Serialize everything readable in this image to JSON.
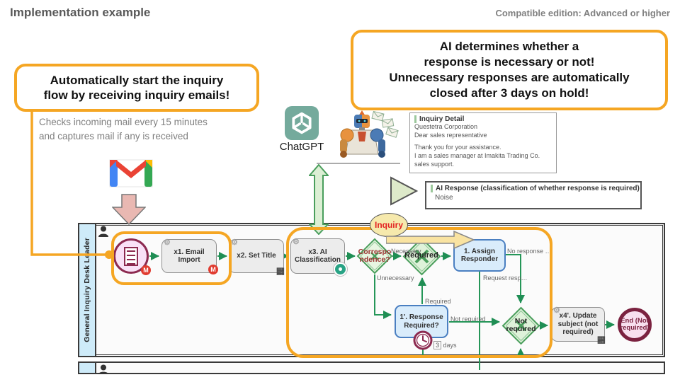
{
  "colors": {
    "accent_orange": "#F5A623",
    "flow_green": "#2E9960",
    "gateway_green": "#4A9E5C",
    "event_maroon": "#8C2A50",
    "task_blue_fill": "#D9ECFB",
    "task_blue_border": "#4A7FC1",
    "chatgpt_teal": "#74AA9C",
    "lane_blue": "#CEEBF9"
  },
  "header": {
    "title": "Implementation example",
    "edition": "Compatible edition: Advanced or higher"
  },
  "callout_left": {
    "line1": "Automatically start the inquiry",
    "line2": "flow by receiving inquiry emails!"
  },
  "callout_right": {
    "line1": "AI determines whether a",
    "line2": "response is necessary or not!",
    "line3": "Unnecessary responses are automatically",
    "line4": "closed after 3 days on hold!"
  },
  "gmail_note": {
    "line1": "Checks incoming mail every 15 minutes",
    "line2": "and captures mail if any is received"
  },
  "chatgpt_label": "ChatGPT",
  "inquiry_detail": {
    "title": "Inquiry Detail",
    "lines": [
      "Questetra Corporation",
      "Dear sales representative",
      "",
      "Thank you for your assistance.",
      "I am a sales manager at Imakita Trading Co.",
      "sales support."
    ]
  },
  "ai_response": {
    "title": "AI Response (classification of whether response is required)",
    "value": "Noise"
  },
  "diagram": {
    "lane1_label": "General Inquiry Desk Leader",
    "inquiry_tag": "Inquiry",
    "badge_m": "M",
    "tasks": {
      "email_import": {
        "line1": "x1. Email",
        "line2": "Import"
      },
      "set_title": "x2. Set Title",
      "ai_classification": {
        "line1": "x3. AI",
        "line2": "Classification"
      },
      "assign_responder": {
        "line1": "1. Assign",
        "line2": "Responder"
      },
      "response_required": {
        "line1": "1'. Response",
        "line2": "Required?"
      },
      "update_subject": {
        "line1": "x4'. Update",
        "line2": "subject (not",
        "line3": "required)"
      }
    },
    "gateways": {
      "correspondence": {
        "line1": "Correspo",
        "line2": "ndence?"
      },
      "required_label": "Required",
      "not_required": {
        "line1": "Not",
        "line2": "required"
      }
    },
    "end_event": {
      "line1": "End (Not",
      "line2": "required)"
    },
    "edge_labels": {
      "necessary": "Necessary",
      "unnecessary": "Unnecessary",
      "required": "Required",
      "not_required": "Not required",
      "no_response": "No response …",
      "request_resp": "Request resp…",
      "timer_value": "3",
      "timer_unit": "days"
    }
  }
}
